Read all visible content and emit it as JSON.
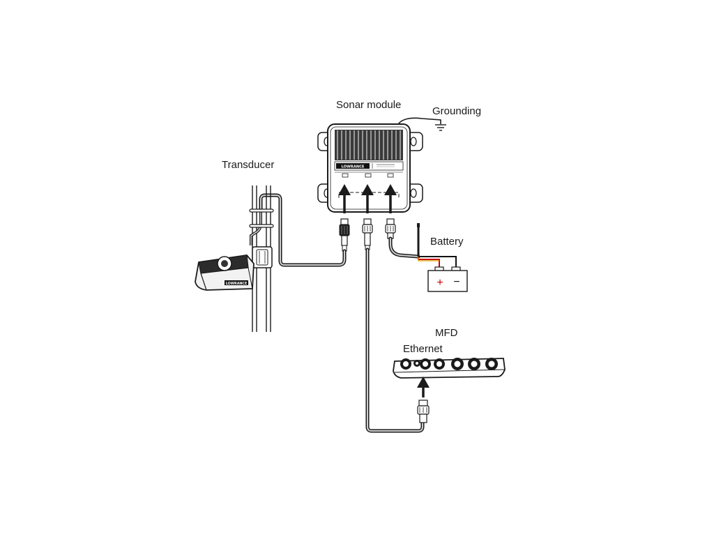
{
  "labels": {
    "sonar_module": "Sonar module",
    "grounding": "Grounding",
    "transducer": "Transducer",
    "battery": "Battery",
    "mfd": "MFD",
    "ethernet": "Ethernet"
  },
  "module_branding": {
    "brand": "LOWRANCE"
  },
  "transducer_branding": {
    "brand": "LOWRANCE"
  },
  "battery_terminals": {
    "positive": "+",
    "negative": "−"
  },
  "colors": {
    "line": "#1a1a1a",
    "cable_gray": "#666666",
    "positive_wire": "#cc0000",
    "negative_wire": "#111111",
    "positive_symbol": "#cc0000"
  }
}
